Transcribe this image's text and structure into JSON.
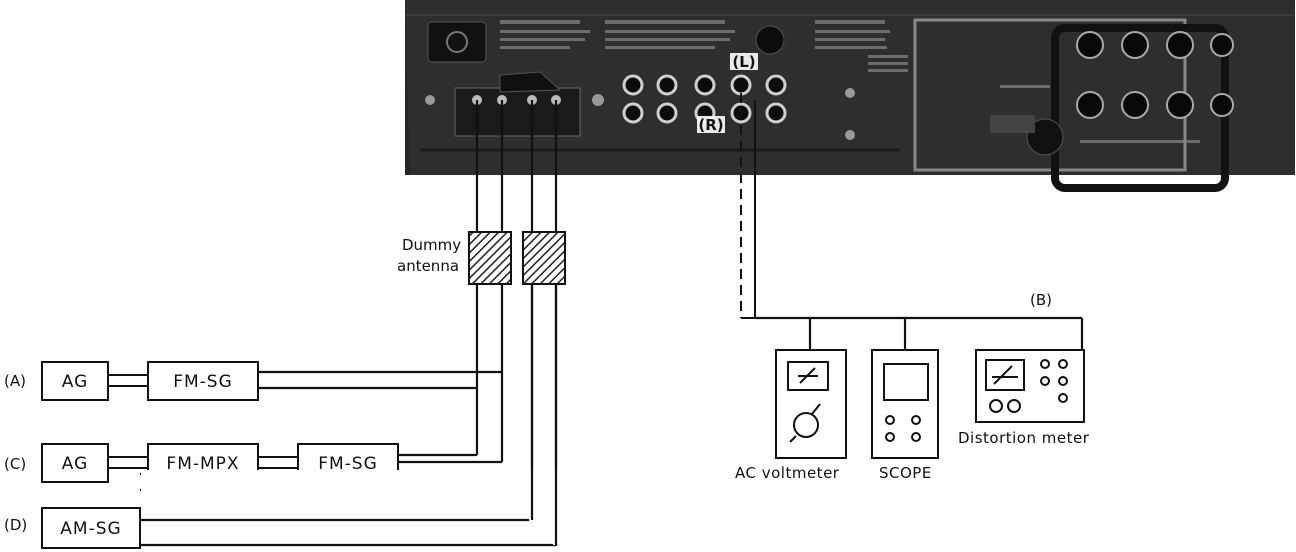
{
  "labels": {
    "dummy_antenna_line1": "Dummy",
    "dummy_antenna_line2": "antenna",
    "channel_l": "(L)",
    "channel_r": "(R)",
    "row_b": "(B)"
  },
  "rows": [
    {
      "id": "A",
      "tag": "(A)",
      "blocks": [
        "AG",
        "FM-SG"
      ]
    },
    {
      "id": "C",
      "tag": "(C)",
      "blocks": [
        "AG",
        "FM-MPX",
        "FM-SG"
      ]
    },
    {
      "id": "D",
      "tag": "(D)",
      "blocks": [
        "AM-SG"
      ]
    }
  ],
  "instruments": [
    {
      "id": "ac_voltmeter",
      "caption": "AC voltmeter"
    },
    {
      "id": "scope",
      "caption": "SCOPE"
    },
    {
      "id": "distortion_meter",
      "caption": "Distortion meter"
    }
  ],
  "colors": {
    "panel": "#2b2b2b",
    "panel_dark": "#161616",
    "line": "#111111",
    "hatch": "#222222"
  }
}
